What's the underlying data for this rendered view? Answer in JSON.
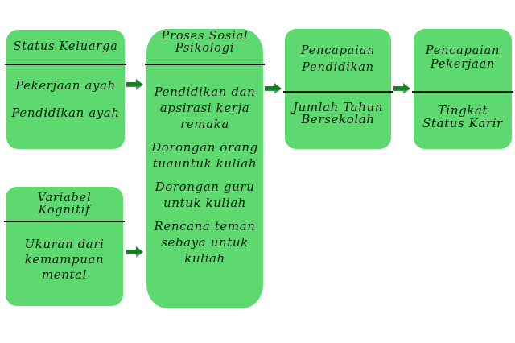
{
  "diagram": {
    "colors": {
      "box_fill": "#5dd96f",
      "divider": "#101410",
      "text": "#0d1a0d",
      "arrow_dark": "#0f7a1e",
      "arrow_light": "#4fc05c",
      "background": "#ffffff"
    },
    "boxes": {
      "status_keluarga": {
        "title": "Status Keluarga",
        "items": [
          {
            "lines": [
              "Pekerjaan ayah"
            ]
          },
          {
            "lines": [
              "Pendidikan ayah"
            ]
          }
        ]
      },
      "variabel_kognitif": {
        "title_lines": [
          "Variabel",
          "Kognitif"
        ],
        "items": [
          {
            "lines": [
              "Ukuran dari",
              "kemampuan",
              "mental"
            ]
          }
        ]
      },
      "proses_sosial_psikologi": {
        "title_lines": [
          "Proses Sosial",
          "Psikologi"
        ],
        "items": [
          {
            "lines": [
              "Pendidikan dan",
              "apsirasi kerja",
              "remaka"
            ]
          },
          {
            "lines": [
              "Dorongan orang",
              "tuauntuk kuliah"
            ]
          },
          {
            "lines": [
              "Dorongan guru",
              "untuk kuliah"
            ]
          },
          {
            "lines": [
              "Rencana teman",
              "sebaya untuk",
              "kuliah"
            ]
          }
        ]
      },
      "pencapaian_pendidikan": {
        "title_lines": [
          "Pencapaian",
          "Pendidikan"
        ],
        "items": [
          {
            "lines": [
              "Jumlah Tahun",
              "Bersekolah"
            ]
          }
        ]
      },
      "pencapaian_pekerjaan": {
        "title_lines": [
          "Pencapaian",
          "Pekerjaan"
        ],
        "items": [
          {
            "lines": [
              "Tingkat",
              "Status Karir"
            ]
          }
        ]
      }
    },
    "arrows": [
      {
        "from": "Status Keluarga",
        "to": "Proses Sosial Psikologi",
        "icon": "right-arrow-icon"
      },
      {
        "from": "Variabel Kognitif",
        "to": "Proses Sosial Psikologi",
        "icon": "right-arrow-icon"
      },
      {
        "from": "Proses Sosial Psikologi",
        "to": "Pencapaian Pendidikan",
        "icon": "right-arrow-icon"
      },
      {
        "from": "Pencapaian Pendidikan",
        "to": "Pencapaian Pekerjaan",
        "icon": "right-arrow-icon"
      }
    ]
  }
}
